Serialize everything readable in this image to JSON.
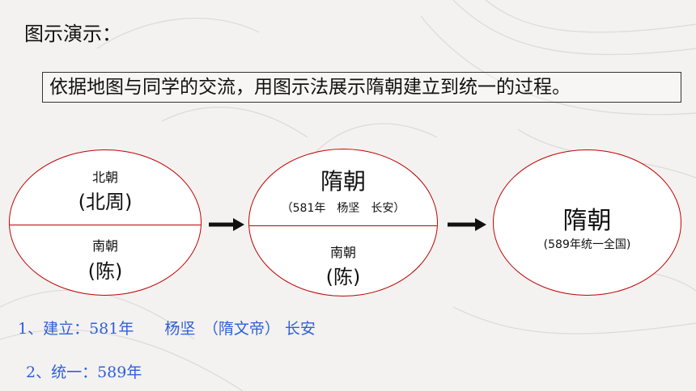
{
  "header": {
    "title": "图示演示：",
    "task": "依据地图与同学的交流，用图示法展示隋朝建立到统一的过程。"
  },
  "diagram": {
    "stage1": {
      "top_label": "北朝",
      "top_sub": "(北周)",
      "bottom_label": "南朝",
      "bottom_sub": "(陈)"
    },
    "stage2": {
      "top_label": "隋朝",
      "top_sub": "（581年　杨坚　长安）",
      "bottom_label": "南朝",
      "bottom_sub": "(陈)"
    },
    "stage3": {
      "label": "隋朝",
      "sub": "(589年统一全国)"
    }
  },
  "notes": {
    "line1": "1、建立：581年　　杨坚　（隋文帝） 长安",
    "line2": "2、统一：589年"
  },
  "colors": {
    "ellipse_border": "#c00000",
    "note_text": "#2f5fd8",
    "arrow": "#111111"
  }
}
